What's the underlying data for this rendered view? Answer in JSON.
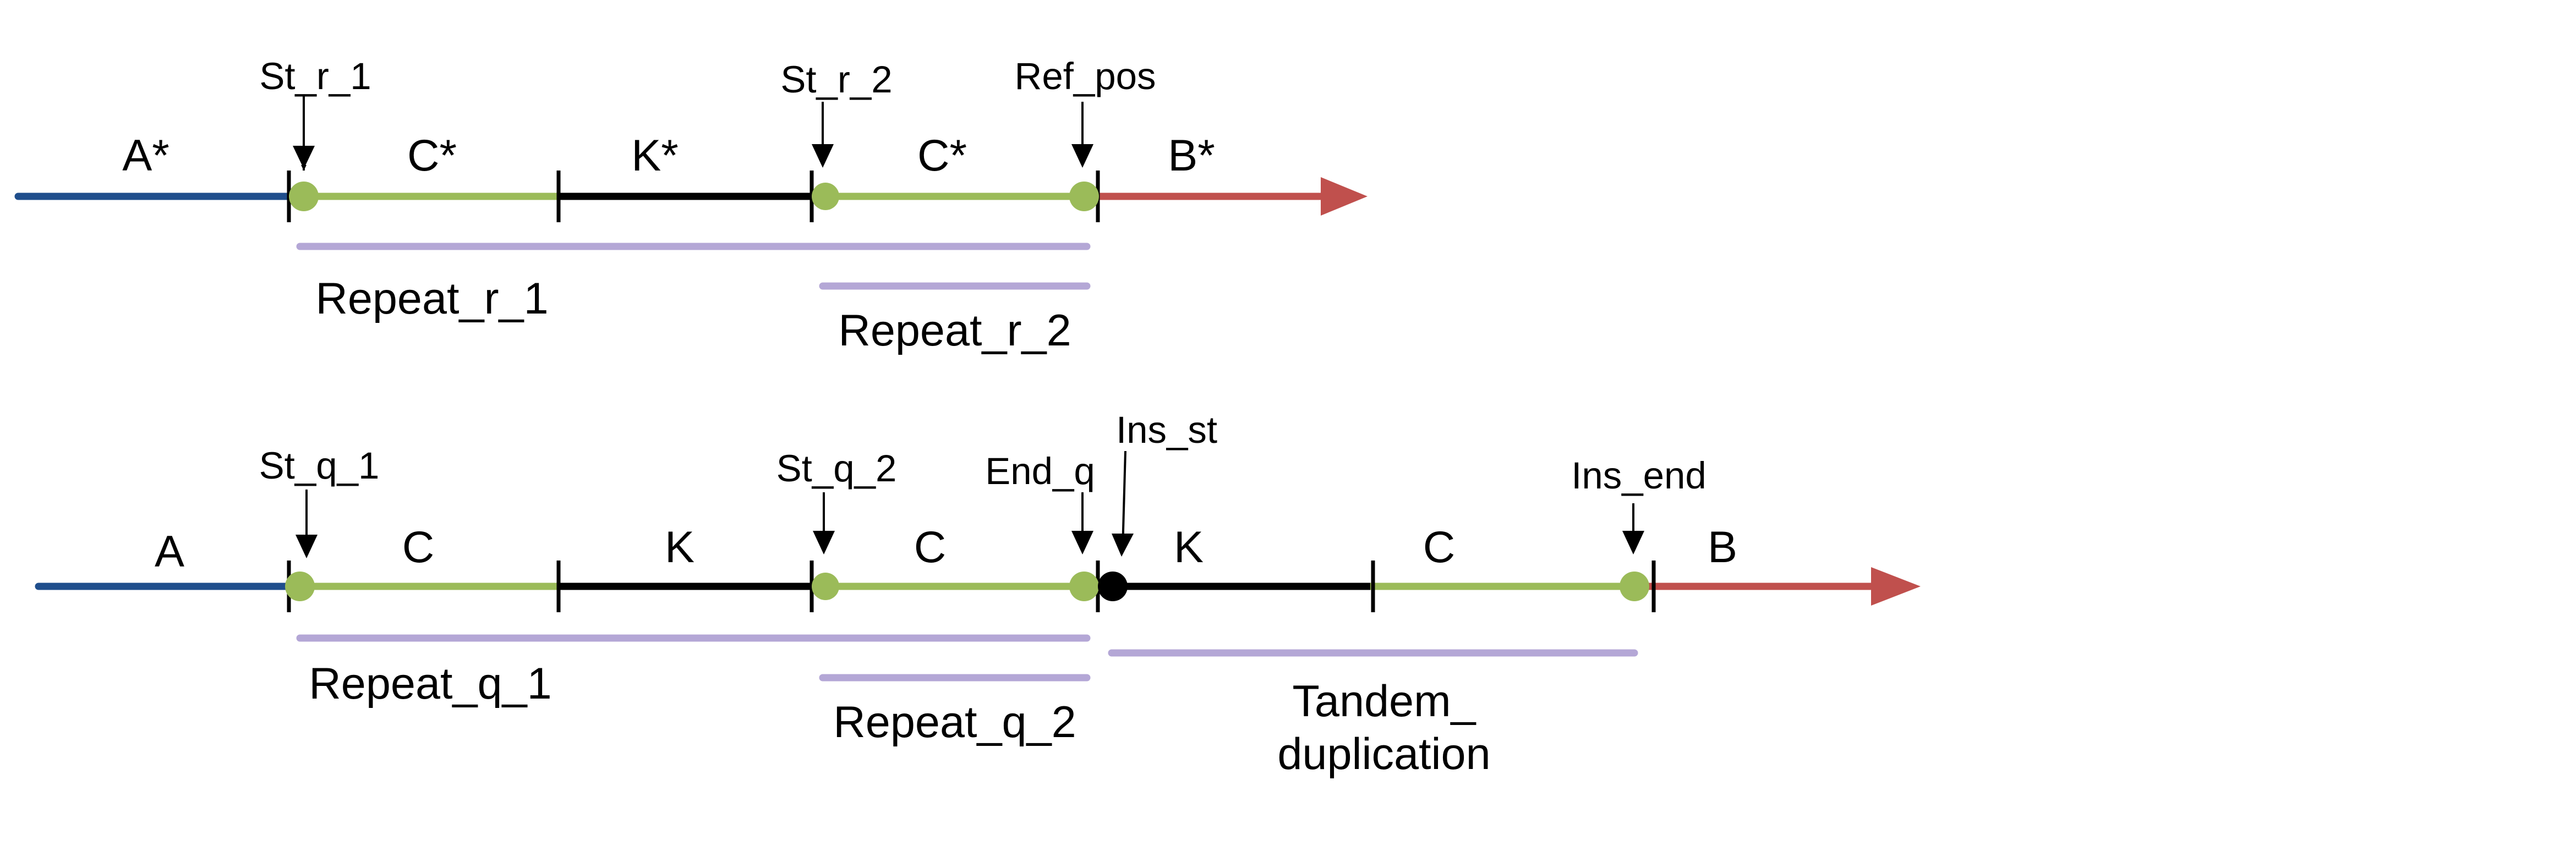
{
  "colors": {
    "flank_left": "#1F4E8C",
    "repeat_green": "#9BBB59",
    "k_black": "#000000",
    "flank_right": "#C0504D",
    "repeat_bar": "#B4A7D6",
    "ins_dot": "#000000"
  },
  "reference": {
    "segments": [
      {
        "label": "A*",
        "kind": "flank_left"
      },
      {
        "label": "C*",
        "kind": "repeat_green"
      },
      {
        "label": "K*",
        "kind": "k_black"
      },
      {
        "label": "C*",
        "kind": "repeat_green"
      },
      {
        "label": "B*",
        "kind": "flank_right"
      }
    ],
    "markers": [
      {
        "label": "St_r_1"
      },
      {
        "label": "St_r_2"
      },
      {
        "label": "Ref_pos"
      }
    ],
    "repeats": [
      {
        "label": "Repeat_r_1"
      },
      {
        "label": "Repeat_r_2"
      }
    ]
  },
  "query": {
    "segments": [
      {
        "label": "A",
        "kind": "flank_left"
      },
      {
        "label": "C",
        "kind": "repeat_green"
      },
      {
        "label": "K",
        "kind": "k_black"
      },
      {
        "label": "C",
        "kind": "repeat_green"
      },
      {
        "label": "K",
        "kind": "k_black"
      },
      {
        "label": "C",
        "kind": "repeat_green"
      },
      {
        "label": "B",
        "kind": "flank_right"
      }
    ],
    "markers": [
      {
        "label": "St_q_1"
      },
      {
        "label": "St_q_2"
      },
      {
        "label": "End_q"
      },
      {
        "label": "Ins_st"
      },
      {
        "label": "Ins_end"
      }
    ],
    "repeats": [
      {
        "label": "Repeat_q_1"
      },
      {
        "label": "Repeat_q_2"
      }
    ],
    "tandem": {
      "line1": "Tandem_",
      "line2": "duplication"
    }
  }
}
